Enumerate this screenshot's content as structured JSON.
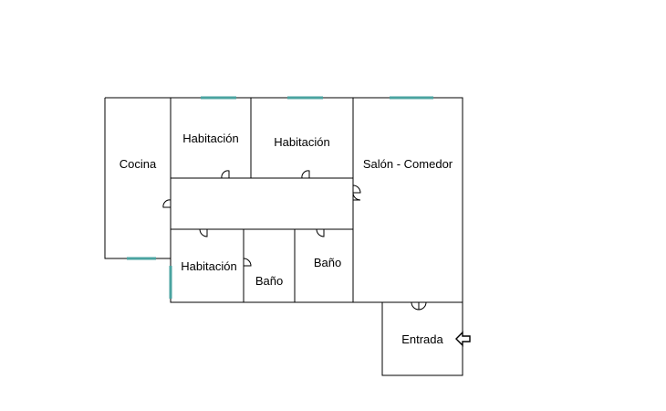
{
  "rooms": {
    "cocina": "Cocina",
    "habitacion_1": "Habitación",
    "habitacion_2": "Habitación",
    "salon": "Salón - Comedor",
    "habitacion_3": "Habitación",
    "bano_1": "Baño",
    "bano_2": "Baño",
    "entrada": "Entrada"
  },
  "colors": {
    "walls": "#000000",
    "windows": "#4aa3a0",
    "background": "#ffffff"
  },
  "icons": {
    "entrance": "arrow-left-icon"
  }
}
